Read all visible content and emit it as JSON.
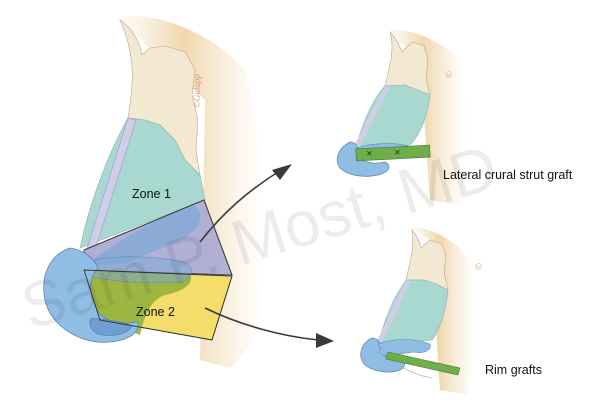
{
  "figure": {
    "main_illustration": {
      "zones": [
        {
          "label": "Zone 1",
          "color": "#a8d8d0"
        },
        {
          "label": "Zone 2",
          "color": "#f4dd6a"
        }
      ],
      "overlap_color": "#a9a8d4",
      "skin_color": "#f2dcb8",
      "bone_color": "#f3e9d2",
      "cartilage_color": "#8fb9e0"
    },
    "callouts": [
      {
        "label": "Lateral crural strut graft",
        "graft_color": "#6fae4a"
      },
      {
        "label": "Rim grafts",
        "graft_color": "#6fae4a"
      }
    ],
    "arrow_color": "#3a3a3a",
    "artist_signature": "©Gulapp",
    "watermark": "Sam P. Most, MD"
  }
}
